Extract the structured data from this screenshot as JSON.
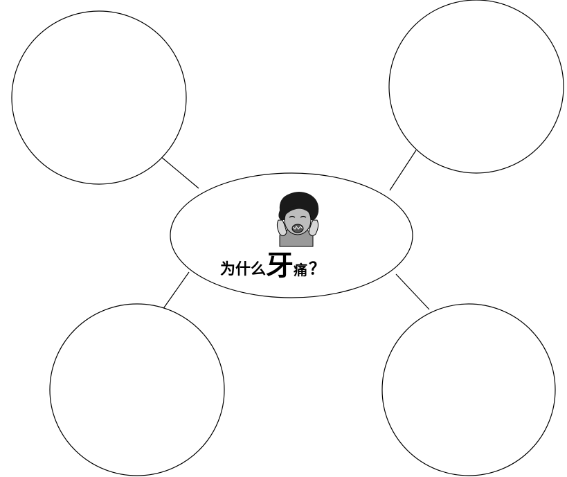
{
  "center": {
    "title_part1": "为什么",
    "title_part2": "牙",
    "title_part3": "痛",
    "title_part4": "？",
    "illustration": "toothache-child-icon"
  },
  "branches": [
    {
      "position": "top-left",
      "text": ""
    },
    {
      "position": "top-right",
      "text": ""
    },
    {
      "position": "bottom-left",
      "text": ""
    },
    {
      "position": "bottom-right",
      "text": ""
    }
  ]
}
